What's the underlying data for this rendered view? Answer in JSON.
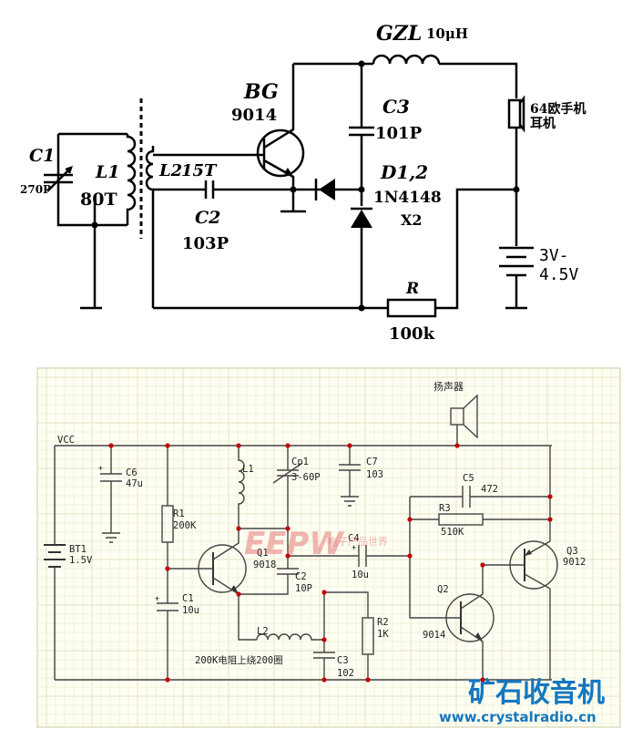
{
  "top_circuit": {
    "c1_label": "C1",
    "c1_value": "270P",
    "l1_label": "L1",
    "l1_turns": "80T",
    "l2_label": "L2",
    "l2_turns": "15T",
    "c2_label": "C2",
    "c2_value": "103P",
    "bg_label": "BG",
    "bg_model": "9014",
    "gzl_label": "GZL",
    "gzl_value": "10μH",
    "c3_label": "C3",
    "c3_value": "101P",
    "d_label": "D1,2",
    "d_model": "1N4148",
    "d_qty": "X2",
    "earphone_line1": "64欧手机",
    "earphone_line2": "耳机",
    "battery_line1": "3V-",
    "battery_line2": "4.5V",
    "r_label": "R",
    "r_value": "100k"
  },
  "bottom_circuit": {
    "vcc": "VCC",
    "bt1": "BT1",
    "bt1_value": "1.5V",
    "c6": "C6",
    "c6_value": "47u",
    "r1": "R1",
    "r1_value": "200K",
    "l1": "L1",
    "cp1": "Cp1",
    "cp1_value": "3-60P",
    "c7": "C7",
    "c7_value": "103",
    "speaker": "扬声器",
    "c5": "C5",
    "c5_value": "472",
    "r3": "R3",
    "r3_value": "510K",
    "q1": "Q1",
    "q1_model": "9018",
    "c2": "C2",
    "c2_value": "10P",
    "c4": "C4",
    "c4_value": "10u",
    "c1": "C1",
    "c1_value": "10u",
    "q2": "Q2",
    "q2_model": "9014",
    "q3": "Q3",
    "q3_model": "9012",
    "r2": "R2",
    "r2_value": "1K",
    "l2": "L2",
    "l2_note": "200K电阻上绕200圈",
    "c3": "C3",
    "c3_value": "102"
  },
  "watermark": {
    "mid_logo": "EEPW",
    "mid_text": "电子产品世界",
    "site_name": "矿石收音机",
    "site_url": "www.crystalradio.cn"
  }
}
